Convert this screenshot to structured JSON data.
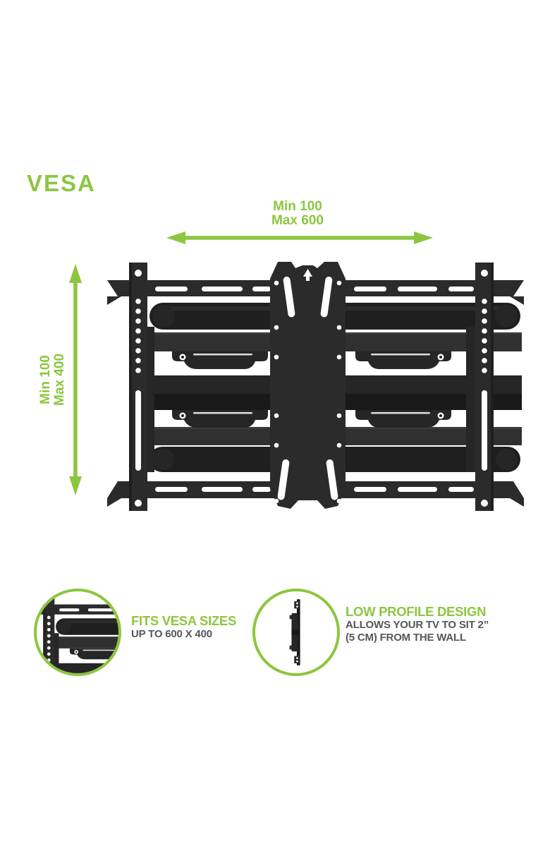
{
  "title": "VESA",
  "colors": {
    "accent_green": "#8CC63F",
    "text_dark": "#54565A",
    "mount_black": "#2B2B2B"
  },
  "dims": {
    "horizontal": [
      "Min 100",
      "Max 600"
    ],
    "vertical": [
      "Min 100",
      "Max 400"
    ]
  },
  "callouts": {
    "vesa": {
      "title": "FITS VESA SIZES",
      "line1": "UP TO 600 X 400"
    },
    "profile": {
      "title": "LOW PROFILE DESIGN",
      "line1": "ALLOWS YOUR TV TO SIT 2”",
      "line2": "(5 CM) FROM THE WALL"
    }
  },
  "icons": {
    "horizontal_dimension": "double-headed-arrow-horizontal",
    "vertical_dimension": "double-headed-arrow-vertical",
    "main_illustration": "tv-wall-mount-front-view",
    "callout1_icon": "vesa-plate-corner-view",
    "callout2_icon": "low-profile-side-view"
  }
}
